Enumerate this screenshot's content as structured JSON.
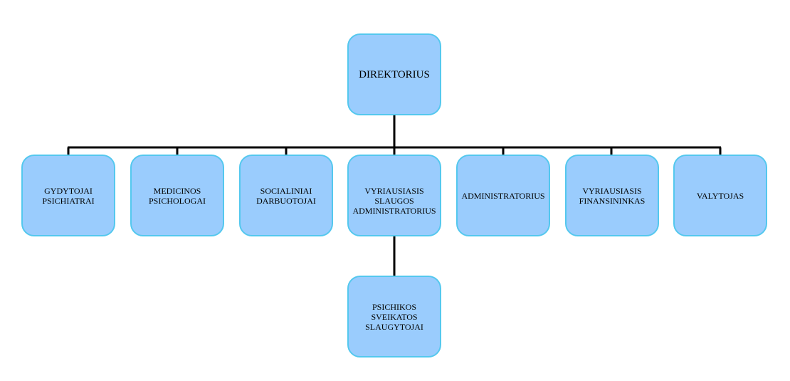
{
  "colors": {
    "node_fill": "#9accfd",
    "node_border": "#54c8ee",
    "connector": "#000000",
    "background": "#ffffff"
  },
  "org_chart": {
    "top": {
      "label": "DIREKTORIUS"
    },
    "level2": [
      {
        "label": "GYDYTOJAI\nPSICHIATRAI"
      },
      {
        "label": "MEDICINOS\nPSICHOLOGAI"
      },
      {
        "label": "SOCIALINIAI\nDARBUOTOJAI"
      },
      {
        "label": "VYRIAUSIASIS\nSLAUGOS\nADMINISTRATORIUS"
      },
      {
        "label": "ADMINISTRATORIUS"
      },
      {
        "label": "VYRIAUSIASIS\nFINANSININKAS"
      },
      {
        "label": "VALYTOJAS"
      }
    ],
    "level3": [
      {
        "label": "PSICHIKOS\nSVEIKATOS\nSLAUGYTOJAI"
      }
    ]
  }
}
